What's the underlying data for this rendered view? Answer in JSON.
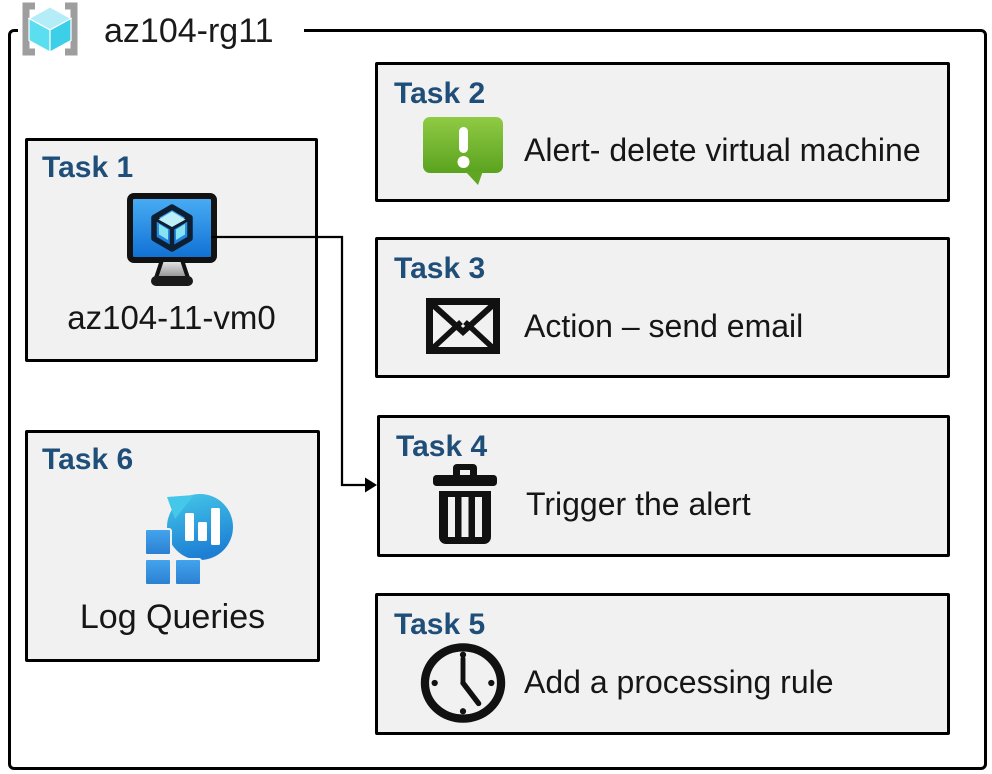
{
  "diagram": {
    "resource_group": {
      "name": "az104-rg11",
      "icon": "resource-group-icon"
    },
    "tasks": [
      {
        "title": "Task 1",
        "label": "az104-11-vm0",
        "icon": "virtual-machine-icon"
      },
      {
        "title": "Task 2",
        "label": "Alert- delete virtual machine",
        "icon": "alert-icon"
      },
      {
        "title": "Task 3",
        "label": "Action – send email",
        "icon": "email-icon"
      },
      {
        "title": "Task 4",
        "label": "Trigger the alert",
        "icon": "trash-icon"
      },
      {
        "title": "Task 5",
        "label": "Add a processing rule",
        "icon": "clock-icon"
      },
      {
        "title": "Task 6",
        "label": "Log Queries",
        "icon": "log-queries-icon"
      }
    ],
    "connector": {
      "from": "Task 1 virtual machine",
      "to": "Task 4"
    },
    "colors": {
      "task_title_blue": "#1F4E79",
      "box_fill": "#F1F1F1",
      "box_border": "#000000",
      "alert_green": "#76B82A",
      "vm_screen_blue": "#1B7FD9",
      "log_bubble_cyan": "#32BEDD",
      "log_square_blue": "#2B86D8",
      "rg_bracket_gray": "#9E9E9E",
      "rg_cube_cyan": "#50E6FF"
    }
  }
}
